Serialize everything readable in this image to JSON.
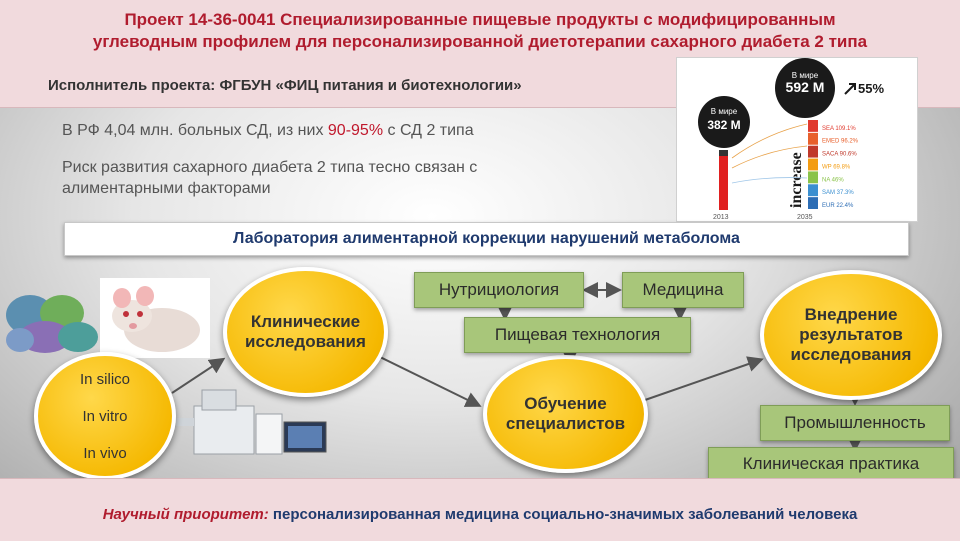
{
  "header": {
    "title_line1": "Проект 14-36-0041 Специализированные пищевые продукты с модифицированным",
    "title_line2": "углеводным профилем для персонализированной диетотерапии сахарного диабета 2 типа",
    "executor": "Исполнитель проекта: ФГБУН «ФИЦ питания и биотехнологии»"
  },
  "stats": {
    "line1_prefix": "В РФ 4,04 млн. больных СД, из них ",
    "line1_highlight": "90-95%",
    "line1_suffix": " с СД 2 типа",
    "line2a": "Риск развития сахарного диабета 2 типа тесно связан с",
    "line2b": "алиментарными факторами"
  },
  "infographic": {
    "left_label1": "В мире",
    "left_value": "382 М",
    "right_label1": "В мире",
    "right_value": "592 М",
    "growth": "55%",
    "vertical_word": "increase",
    "year_left": "2013",
    "year_right": "2035",
    "regions": [
      {
        "name": "SEA",
        "value": "109.1%",
        "color": "#e03a2e"
      },
      {
        "name": "EMED",
        "value": "96.2%",
        "color": "#e8602c"
      },
      {
        "name": "SACA",
        "value": "90.6%",
        "color": "#c0392b"
      },
      {
        "name": "WP",
        "value": "69.8%",
        "color": "#f39c12"
      },
      {
        "name": "NA",
        "value": "46%",
        "color": "#8bc34a"
      },
      {
        "name": "SAM",
        "value": "37.3%",
        "color": "#3a8fd0"
      },
      {
        "name": "EUR",
        "value": "22.4%",
        "color": "#2c6db5"
      }
    ]
  },
  "lab_banner": "Лаборатория алиментарной коррекции нарушений метаболома",
  "circles": {
    "clinical": "Клинические исследования",
    "training": "Обучение специалистов",
    "implementation": "Внедрение результатов исследования",
    "silico": "In silico",
    "vitro": "In vitro",
    "vivo": "In vivo"
  },
  "boxes": {
    "nutrition": "Нутрициология",
    "medicine": "Медицина",
    "food_tech": "Пищевая технология",
    "industry": "Промышленность",
    "clinical_practice": "Клиническая практика"
  },
  "footer": {
    "priority_label": "Научный приоритет:",
    "priority_text": " персонализированная медицина социально-значимых заболеваний человека"
  },
  "colors": {
    "header_bg": "#f1dadd",
    "title": "#b01c2e",
    "circle_yellow": "#f5b800",
    "box_green": "#a8c67a",
    "banner_text": "#1f3a6e"
  }
}
